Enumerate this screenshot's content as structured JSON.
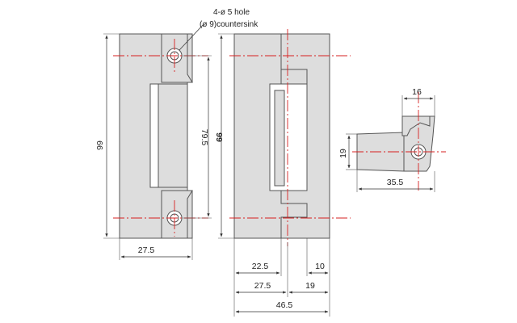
{
  "note": {
    "line1": "4-ø 5 hole",
    "line2": "(ø 9)countersink"
  },
  "front_view": {
    "height_dim": "99",
    "hole_spacing_dim": "79.5",
    "width_dim": "27.5"
  },
  "side_view": {
    "height_dim": "99",
    "dim_22_5": "22.5",
    "dim_10": "10",
    "dim_27_5": "27.5",
    "dim_19": "19",
    "dim_total": "46.5"
  },
  "top_view": {
    "dim_16": "16",
    "dim_19": "19",
    "dim_35_5": "35.5"
  },
  "colors": {
    "part_fill": "#dddddd",
    "outline": "#555555",
    "centerline": "#d62020"
  }
}
